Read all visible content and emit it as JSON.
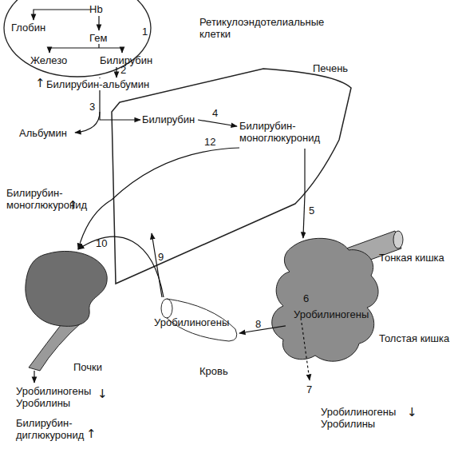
{
  "diagram": {
    "nodes": [
      {
        "text": [
          "Ретикулоэндотелиальные клетки",
          "Hb",
          "Глобин",
          "Гем",
          "Железо",
          "Билирубин"
        ]
      },
      {
        "text": [
          "Печень",
          "Билирубин",
          "Билирубин-моноглюкуронид"
        ]
      },
      {
        "text": [
          "Тонкая кишка",
          "Уробилиногены",
          "Толстая кишка"
        ]
      },
      {
        "text": [
          "Почки"
        ]
      },
      {
        "text": [
          "Уробилиногены",
          "Кровь"
        ]
      }
    ],
    "edges": [
      {
        "from": 0,
        "to": 1,
        "arrow": "to"
      },
      {
        "from": 1,
        "to": 2,
        "arrow": "to"
      },
      {
        "from": 1,
        "to": 3,
        "arrow": "to"
      },
      {
        "from": 2,
        "to": 4,
        "arrow": "to"
      },
      {
        "from": 4,
        "to": 1,
        "arrow": "to"
      },
      {
        "from": 4,
        "to": 3,
        "arrow": "to"
      }
    ],
    "labels": [
      "1",
      "2",
      "↑",
      "Билирубин-альбумин",
      "3",
      "Альбумин",
      "4",
      "12",
      "Билирубин-моноглюкуронид",
      "↑",
      "5",
      "10",
      "9",
      "6",
      "8",
      "7",
      "Уробилиногены Уробилины",
      "↓",
      "Билирубин-диглюкуронид",
      "↑",
      "Уробилиногены Уробилины",
      "↓"
    ]
  }
}
